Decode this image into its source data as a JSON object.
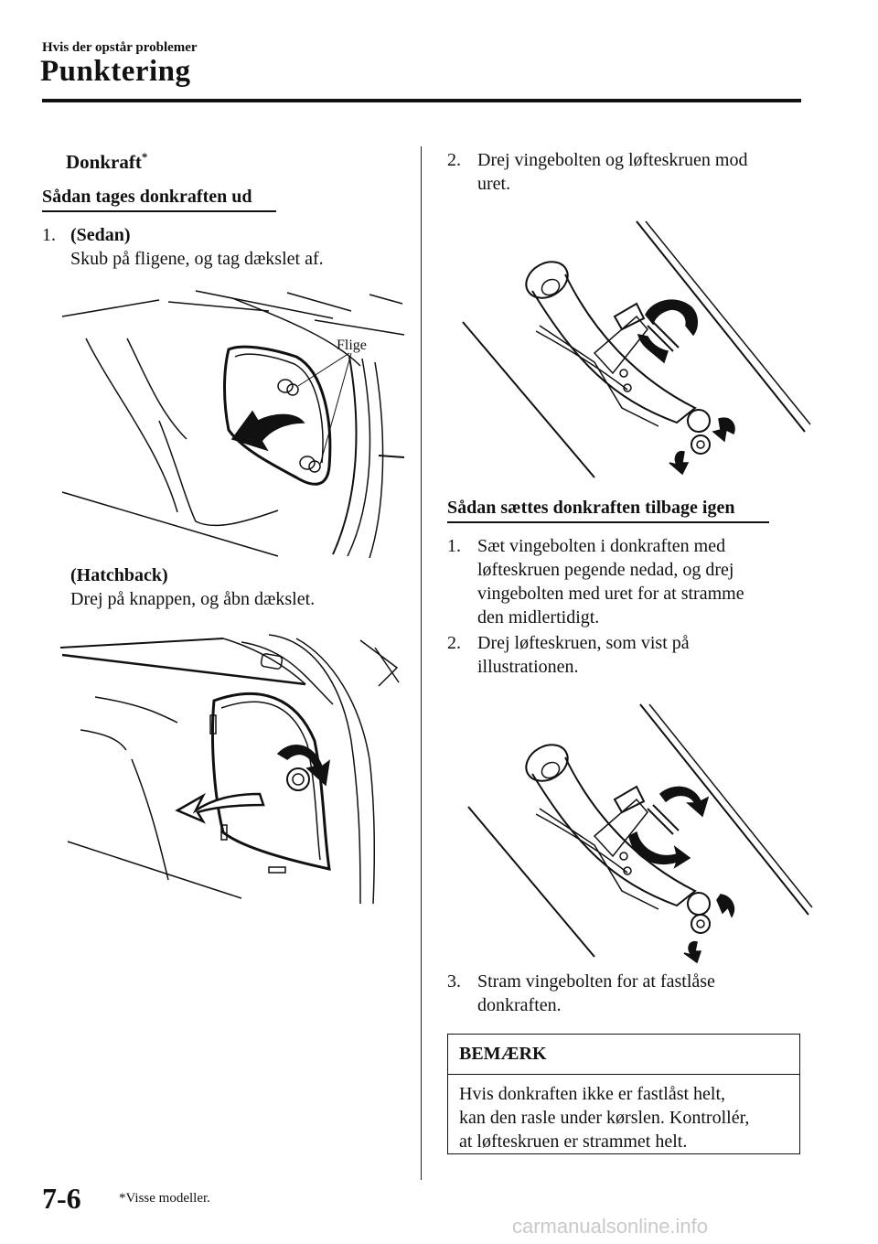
{
  "header": {
    "section": "Hvis der opstår problemer",
    "title": "Punktering"
  },
  "left": {
    "heading": "Donkraft",
    "heading_mark": "*",
    "subheading": "Sådan tages donkraften ud",
    "step1_num": "1.",
    "sedan_label": "(Sedan)",
    "sedan_text": "Skub på fligene, og tag dækslet af.",
    "fig_sedan_label": "Flige",
    "hatch_label": "(Hatchback)",
    "hatch_text": "Drej på knappen, og åbn dækslet."
  },
  "right": {
    "step2_num": "2.",
    "step2_line1": "Drej vingebolten og løfteskruen mod",
    "step2_line2": "uret.",
    "subheading": "Sådan sættes donkraften tilbage igen",
    "r1_num": "1.",
    "r1_lines": [
      "Sæt vingebolten i donkraften med",
      "løfteskruen pegende nedad, og drej",
      "vingebolten med uret for at stramme",
      "den midlertidigt."
    ],
    "r2_num": "2.",
    "r2_lines": [
      "Drej løfteskruen, som vist på",
      "illustrationen."
    ],
    "r3_num": "3.",
    "r3_lines": [
      "Stram vingebolten for at fastlåse",
      "donkraften."
    ]
  },
  "note": {
    "heading": "BEMÆRK",
    "lines": [
      "Hvis donkraften ikke er fastlåst helt,",
      "kan den rasle under kørslen. Kontrollér,",
      "at løfteskruen er strammet helt."
    ]
  },
  "footer": {
    "page_number": "7-6",
    "footnote": "*Visse modeller.",
    "watermark": "carmanualsonline.info"
  }
}
